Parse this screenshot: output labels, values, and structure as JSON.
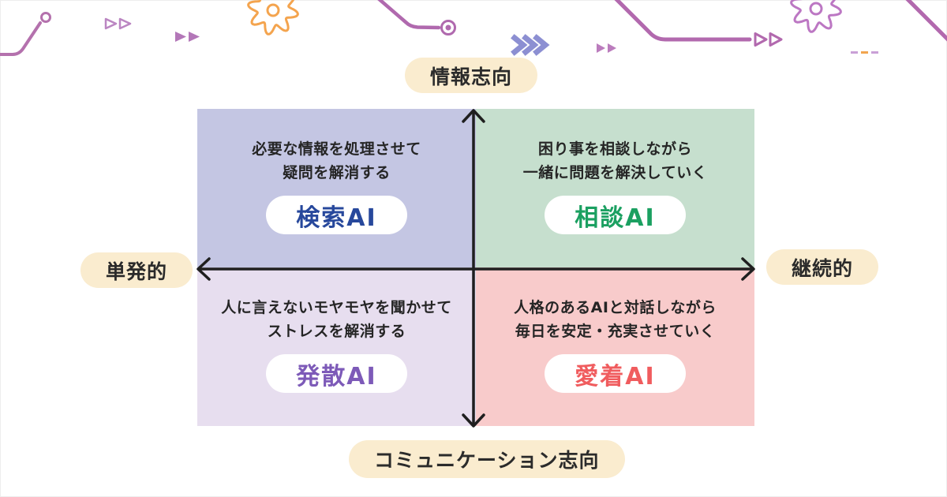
{
  "axes": {
    "top_label": "情報志向",
    "bottom_label": "コミュニケーション志向",
    "left_label": "単発的",
    "right_label": "継続的",
    "axis_color": "#1f1f1f",
    "pill_bg_color": "#faeccf"
  },
  "quadrants": [
    {
      "position": "top-left",
      "line1": "必要な情報を処理させて",
      "line2": "疑問を解消する",
      "badge": "検索AI",
      "bg_color": "#c4c6e3",
      "badge_text_color": "#27489c"
    },
    {
      "position": "top-right",
      "line1": "困り事を相談しながら",
      "line2": "一緒に問題を解決していく",
      "badge": "相談AI",
      "bg_color": "#c6dfce",
      "badge_text_color": "#1ba061"
    },
    {
      "position": "bottom-left",
      "line1": "人に言えないモヤモヤを聞かせて",
      "line2": "ストレスを解消する",
      "badge": "発散AI",
      "bg_color": "#e7deef",
      "badge_text_color": "#7d5ab8"
    },
    {
      "position": "bottom-right",
      "line1": "人格のあるAIと対話しながら",
      "line2": "毎日を安定・充実させていく",
      "badge": "愛着AI",
      "bg_color": "#f8cbcb",
      "badge_text_color": "#f05c5e"
    }
  ],
  "decorations": {
    "icons": [
      {
        "name": "circuit-line-left-icon",
        "color": "#b471ad"
      },
      {
        "name": "outline-chevrons-icon",
        "color": "#bb86c2"
      },
      {
        "name": "filled-chevrons-icon",
        "color": "#b377b8"
      },
      {
        "name": "gear-orange-icon",
        "color": "#f4a44e"
      },
      {
        "name": "circuit-line-mid-icon",
        "color": "#b069ae"
      },
      {
        "name": "triple-chevron-icon",
        "color": "#8c8fd2"
      },
      {
        "name": "filled-chevrons-small-icon",
        "color": "#bb7cbd"
      },
      {
        "name": "circuit-line-right-icon",
        "color": "#b269ae"
      },
      {
        "name": "gear-purple-icon",
        "color": "#bc77c3"
      },
      {
        "name": "diagonal-line-icon",
        "color": "#b269ae"
      },
      {
        "name": "dashed-line-icon",
        "colors": [
          "#c9a0d6",
          "#f2a54f",
          "#c9a0d6"
        ]
      }
    ]
  }
}
